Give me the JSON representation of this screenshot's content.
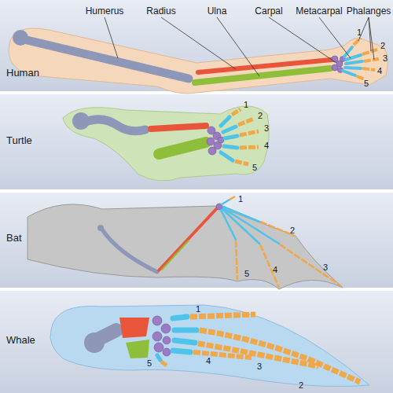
{
  "diagram": {
    "labels": [
      "Humerus",
      "Radius",
      "Ulna",
      "Carpal",
      "Metacarpal",
      "Phalanges",
      "Human",
      "1",
      "2",
      "3",
      "4",
      "5",
      "Turtle",
      "1",
      "2",
      "3",
      "4",
      "5",
      "Bat",
      "1",
      "2",
      "3",
      "5",
      "4",
      "Whale",
      "1",
      "5",
      "4",
      "3",
      "2"
    ]
  }
}
